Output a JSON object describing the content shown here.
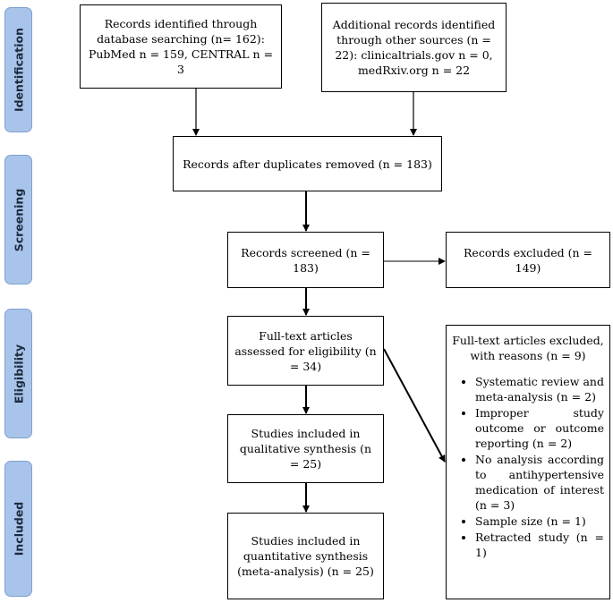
{
  "phases": {
    "identification": "Identification",
    "screening": "Screening",
    "eligibility": "Eligibility",
    "included": "Included"
  },
  "boxes": {
    "db_search": "Records identified through database searching (n= 162): PubMed n = 159, CENTRAL n = 3",
    "other_sources": "Additional records identified through other sources (n = 22): clinicaltrials.gov n = 0, medRxiv.org n = 22",
    "duplicates_removed": "Records after duplicates removed (n = 183)",
    "screened": "Records screened (n = 183)",
    "excluded": "Records excluded (n = 149)",
    "fulltext_assessed": "Full-text articles assessed for eligibility (n = 34)",
    "qualitative": "Studies included in qualitative synthesis (n = 25)",
    "quantitative": "Studies included in quantitative synthesis (meta-analysis) (n = 25)"
  },
  "fulltext_excluded": {
    "heading": "Full-text articles excluded, with reasons (n = 9)",
    "reasons": [
      "Systematic review and meta-analysis (n = 2)",
      "Improper study outcome or outcome reporting (n = 2)",
      "No analysis according to antihypertensive medication of interest (n = 3)",
      "Sample size (n = 1)",
      "Retracted study (n = 1)"
    ]
  },
  "colors": {
    "phase_fill": "#a9c4ea",
    "phase_text": "#1b2a3b",
    "line": "#000000"
  }
}
